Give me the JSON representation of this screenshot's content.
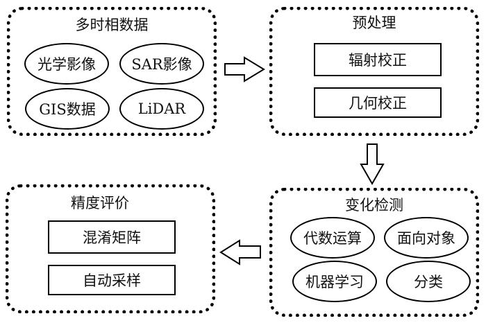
{
  "groups": {
    "multitemporal_data": {
      "title": "多时相数据",
      "items": [
        "光学影像",
        "SAR影像",
        "GIS数据",
        "LiDAR"
      ]
    },
    "preprocessing": {
      "title": "预处理",
      "items": [
        "辐射校正",
        "几何校正"
      ]
    },
    "change_detection": {
      "title": "变化检测",
      "items": [
        "代数运算",
        "面向对象",
        "机器学习",
        "分类"
      ]
    },
    "accuracy_assessment": {
      "title": "精度评价",
      "items": [
        "混淆矩阵",
        "自动采样"
      ]
    }
  },
  "arrows": [
    {
      "from": "multitemporal_data",
      "to": "preprocessing",
      "direction": "right"
    },
    {
      "from": "preprocessing",
      "to": "change_detection",
      "direction": "down"
    },
    {
      "from": "change_detection",
      "to": "accuracy_assessment",
      "direction": "left"
    }
  ]
}
